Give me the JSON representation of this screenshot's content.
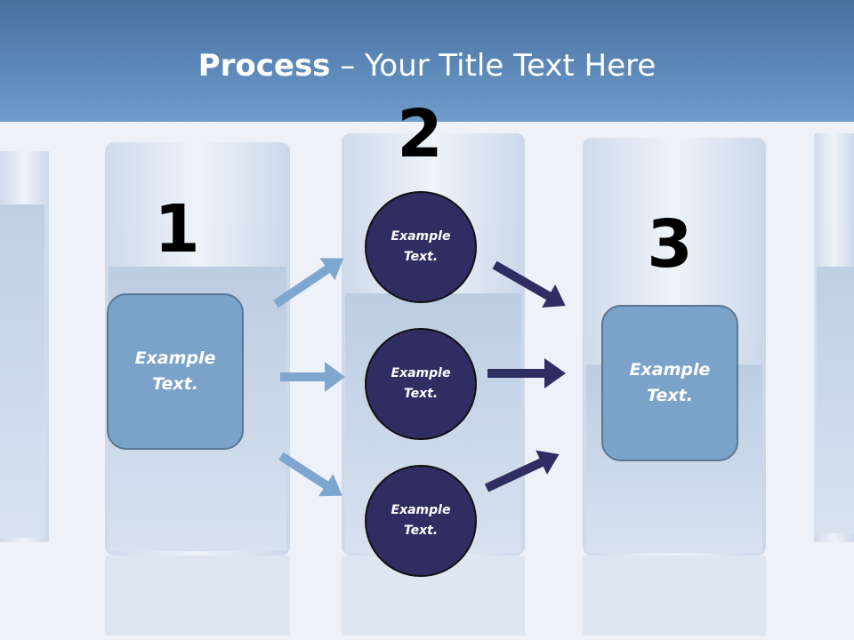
{
  "slide": {
    "title_bold": "Process",
    "title_rest": " – Your Title Text Here"
  },
  "steps": {
    "one": "1",
    "two": "2",
    "three": "3"
  },
  "nodes": {
    "left_box": "Example\nText.",
    "circle_top": "Example\nText.",
    "circle_middle": "Example\nText.",
    "circle_bottom": "Example\nText.",
    "right_box": "Example\nText."
  },
  "colors": {
    "header": "#5c88b8",
    "box_fill": "#7ba2c9",
    "circle_fill": "#2f2e62",
    "light_arrow": "#7ea6cf",
    "dark_arrow": "#2f2e62"
  }
}
